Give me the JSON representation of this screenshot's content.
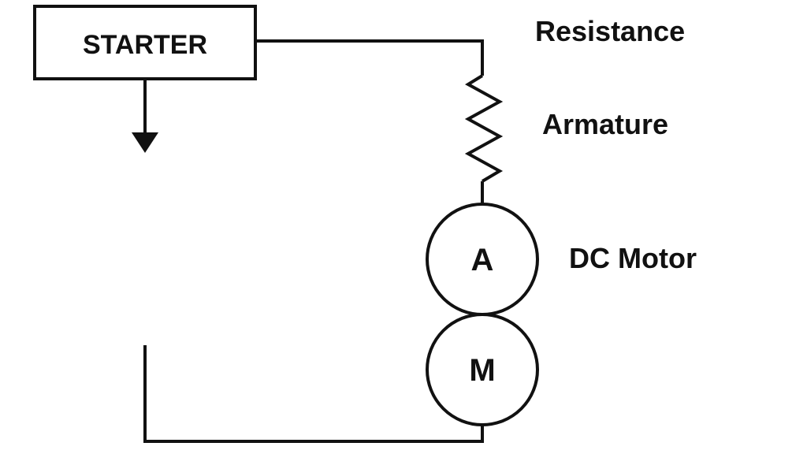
{
  "diagram": {
    "starter": {
      "label": "STARTER"
    },
    "labels": {
      "resistance": "Resistance",
      "armature": "Armature",
      "dc_motor": "DC Motor"
    },
    "components": {
      "armature_node": "A",
      "motor_node": "M"
    },
    "colors": {
      "line": "#111111",
      "background": "#ffffff"
    }
  }
}
